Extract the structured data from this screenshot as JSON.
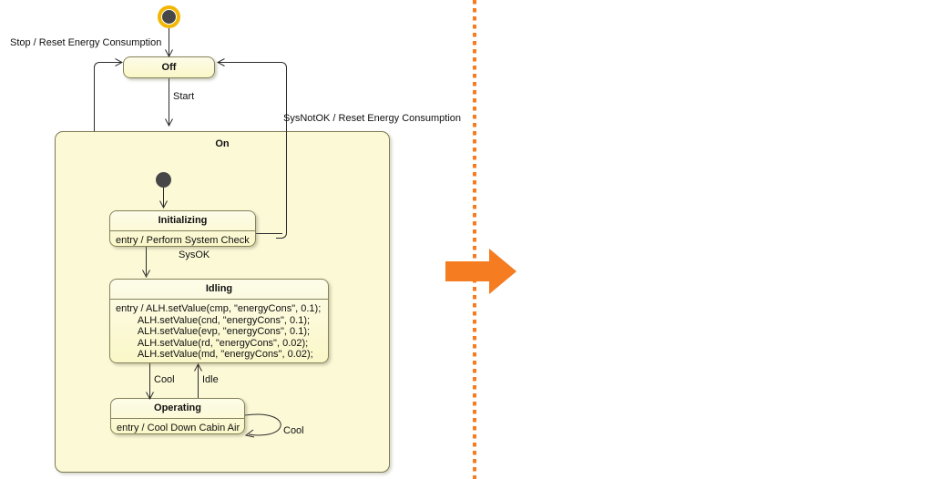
{
  "meta": {
    "title": "UML State Machine Diagram - Air Conditioning Controller",
    "accent_orange": "#F57C20",
    "selection_gold": "#F2B705",
    "state_fill": "#FAF7C8",
    "region_fill": "#FCF9D7",
    "border_color": "#84835a"
  },
  "divider": {
    "name": "orange-dotted-divider",
    "color": "#F57C20"
  },
  "transform_arrow": {
    "name": "orange-right-arrow",
    "color": "#F57C20"
  },
  "diagram": {
    "initial_node": "initial-pseudostate",
    "states": {
      "off": {
        "name": "Off"
      },
      "on": {
        "name": "On"
      },
      "initializing": {
        "name": "Initializing",
        "body": "entry / Perform System Check"
      },
      "idling": {
        "name": "Idling",
        "body": "entry / ALH.setValue(cmp, \"energyCons\", 0.1);\n        ALH.setValue(cnd, \"energyCons\", 0.1);\n        ALH.setValue(evp, \"energyCons\", 0.1);\n        ALH.setValue(rd, \"energyCons\", 0.02);\n        ALH.setValue(md, \"energyCons\", 0.02);"
      },
      "operating": {
        "name": "Operating",
        "body": "entry / Cool Down Cabin Air"
      }
    },
    "transitions": {
      "stop": "Stop / Reset Energy Consumption",
      "start": "Start",
      "sysnotok": "SysNotOK / Reset Energy Consumption",
      "sysok": "SysOK",
      "cool": "Cool",
      "idle": "Idle",
      "cool_self": "Cool"
    }
  }
}
